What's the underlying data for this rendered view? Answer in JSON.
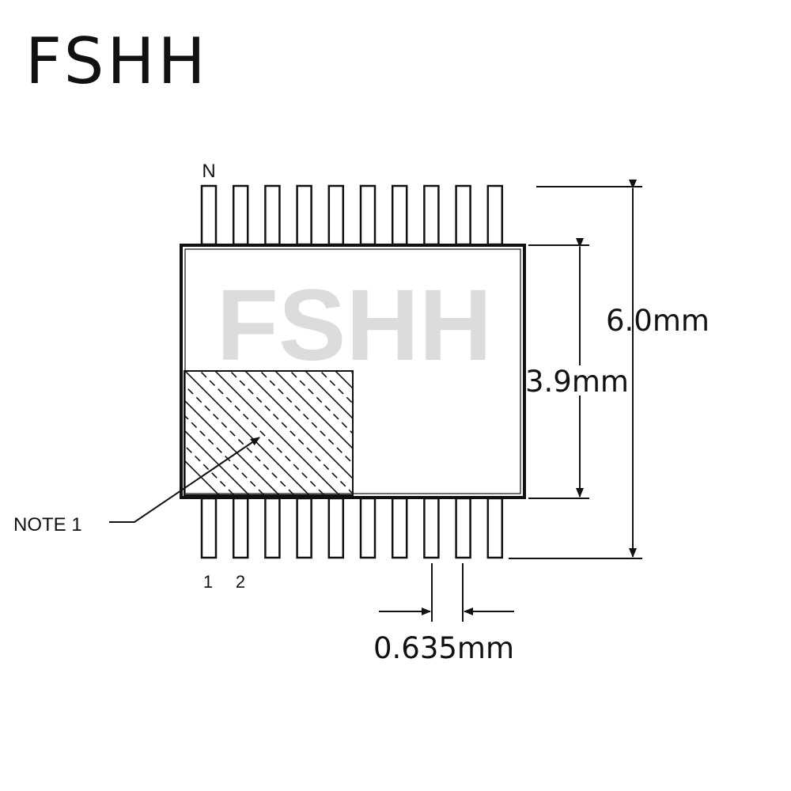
{
  "brand": {
    "title": "FSHH",
    "watermark": "FSHH"
  },
  "package": {
    "pin_count_label": "N",
    "pins_per_side": 10,
    "pin_labels": [
      "1",
      "2"
    ],
    "note_label": "NOTE 1"
  },
  "dimensions": {
    "overall_width": "6.0mm",
    "body_width": "3.9mm",
    "pin_pitch": "0.635mm"
  },
  "colors": {
    "line": "#111111",
    "watermark": "#d6d6d6",
    "background": "#ffffff"
  }
}
